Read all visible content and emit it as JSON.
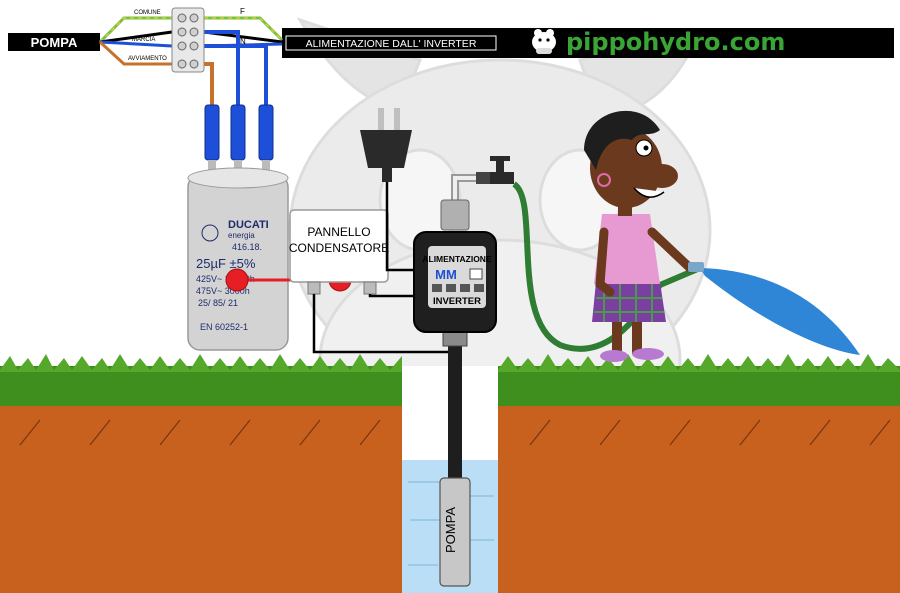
{
  "header": {
    "pompa_label": "POMPA",
    "supply_label": "ALIMENTAZIONE DALL' INVERTER",
    "brand_text": "pippohydro.com",
    "wire_labels": {
      "comune": "COMUNE",
      "marcia": "MARCIA",
      "avviamento": "AVVIAMENTO",
      "terminal_f": "F",
      "terminal_n": "N"
    }
  },
  "capacitor": {
    "brand": "DUCATI",
    "brand_sub": "energia",
    "code": "416.18.",
    "capacitance": "25µF ±5%",
    "voltage_1": "425V~ 10000h",
    "voltage_2": "475V~ 3000h",
    "climate": "25/ 85/ 21",
    "standard": "EN 60252-1"
  },
  "panel": {
    "label_line1": "PANNELLO",
    "label_line2": "CONDENSATORE"
  },
  "inverter": {
    "top_label": "ALIMENTAZIONE",
    "logo": "MM",
    "bottom_label": "INVERTER"
  },
  "pump": {
    "label": "POMPA"
  },
  "colors": {
    "header_bar": "#000000",
    "wire_brown": "#c8712a",
    "wire_blue": "#1e4fd8",
    "wire_green": "#7ac142",
    "brand_green": "#3aa534",
    "soil": "#c8611e",
    "grass": "#3f8f1e",
    "water": "#b9def5",
    "hose": "#2e7d32",
    "red_dot": "#e81e25"
  }
}
